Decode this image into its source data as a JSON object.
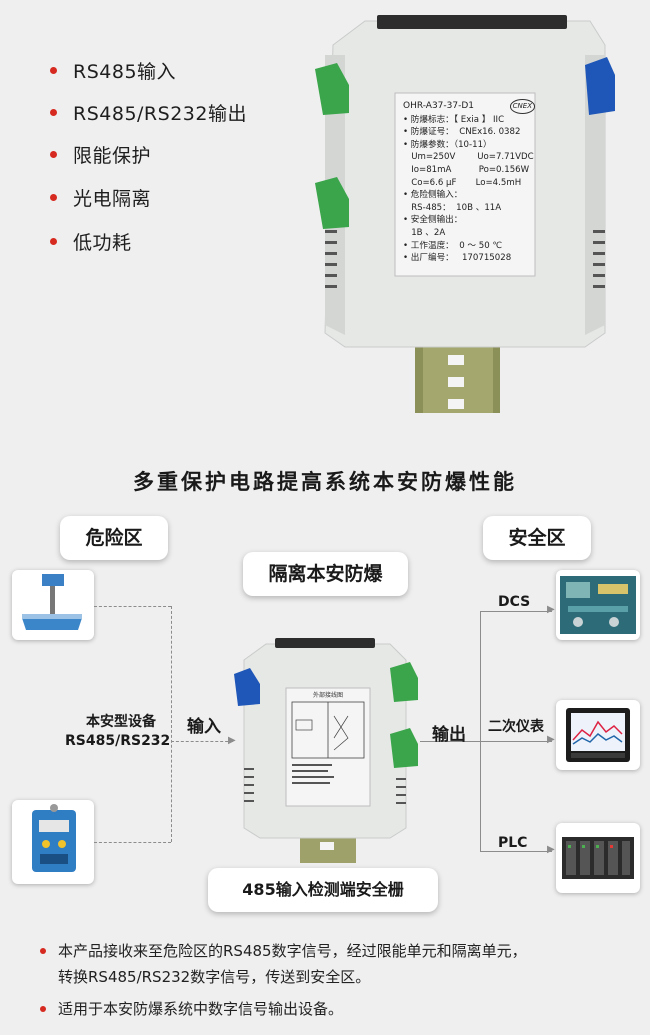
{
  "features": [
    {
      "label": "RS485输入"
    },
    {
      "label": "RS485/RS232输出"
    },
    {
      "label": "限能保护"
    },
    {
      "label": "光电隔离"
    },
    {
      "label": "低功耗"
    }
  ],
  "module_label": {
    "model": "OHR-A37-37-D1",
    "logo": "CNEX",
    "lines": [
      "• 防爆标志：【 Exia 】 IIC",
      "• 防爆证号：  CNEx16. 0382",
      "• 防爆参数：（10-11）",
      "   Um=250V        Uo=7.71VDC",
      "   Io=81mA          Po=0.156W",
      "   Co=6.6 μF       Lo=4.5mH",
      "• 危险侧输入：",
      "   RS-485：  10B 、11A",
      "• 安全侧输出：",
      "   1B 、2A",
      "• 工作温度：  0 ～ 50 ℃",
      "• 出厂编号：   170715028"
    ]
  },
  "heading": "多重保护电路提高系统本安防爆性能",
  "hazard_zone": "危险区",
  "safe_zone": "安全区",
  "isolation_tag": "隔离本安防爆",
  "barrier_tag": "485输入检测端安全栅",
  "device_label_line1": "本安型设备",
  "device_label_line2": "RS485/RS232",
  "input_label": "输入",
  "output_label": "输出",
  "targets": {
    "dcs": "DCS",
    "meter": "二次仪表",
    "plc": "PLC"
  },
  "small_module_title": "外部接线图",
  "notes": [
    {
      "line1": "本产品接收来至危险区的RS485数字信号，经过限能单元和隔离单元，",
      "line2": "转换RS485/RS232数字信号，传送到安全区。"
    },
    {
      "line1": "适用于本安防爆系统中数字信号输出设备。",
      "line2": ""
    }
  ],
  "colors": {
    "bullet": "#d6291f",
    "terminal_green": "#3aa54a",
    "terminal_blue": "#1f57b8",
    "rail": "#8a8f5a"
  }
}
